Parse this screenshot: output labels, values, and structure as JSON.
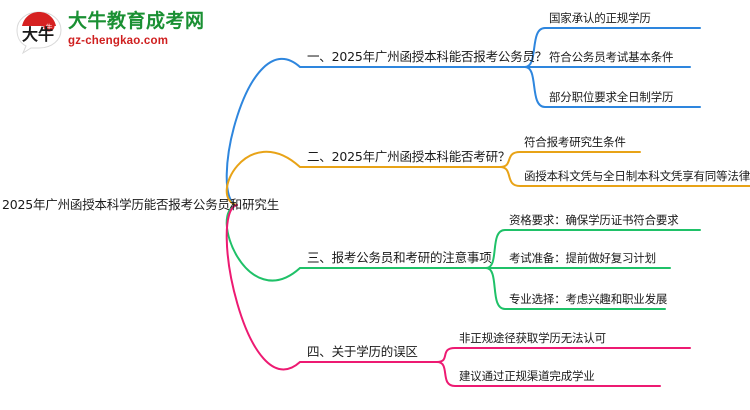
{
  "logo": {
    "mark_text": "大牛",
    "brand_cn": "大牛教育成考网",
    "brand_url": "gz-chengkao.com",
    "brand_color": "#1a9033",
    "url_color": "#cf1f1f",
    "mark_color": "#d62121"
  },
  "mindmap": {
    "root": {
      "label": "2025年广州函授本科学历能否报考公务员和研究生"
    },
    "branches": [
      {
        "label": "一、2025年广州函授本科能否报考公务员？",
        "color": "#2e86de",
        "children": [
          "国家承认的正规学历",
          "符合公务员考试基本条件",
          "部分职位要求全日制学历"
        ]
      },
      {
        "label": "二、2025年广州函授本科能否考研？",
        "color": "#e8a317",
        "children": [
          "符合报考研究生条件",
          "函授本科文凭与全日制本科文凭享有同等法律效力"
        ]
      },
      {
        "label": "三、报考公务员和考研的注意事项",
        "color": "#1fc168",
        "children": [
          "资格要求：确保学历证书符合要求",
          "考试准备：提前做好复习计划",
          "专业选择：考虑兴趣和职业发展"
        ]
      },
      {
        "label": "四、关于学历的误区",
        "color": "#ed1a72",
        "children": [
          "非正规途径获取学历无法认可",
          "建议通过正规渠道完成学业"
        ]
      }
    ]
  }
}
